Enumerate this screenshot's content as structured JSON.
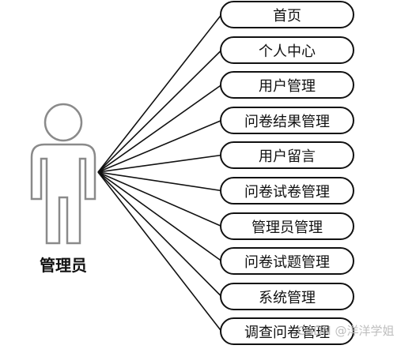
{
  "actor": {
    "label": "管理员",
    "icon": "person-icon"
  },
  "use_cases": [
    {
      "id": "home",
      "label": "首页"
    },
    {
      "id": "personal-center",
      "label": "个人中心"
    },
    {
      "id": "user-management",
      "label": "用户管理"
    },
    {
      "id": "questionnaire-result-management",
      "label": "问卷结果管理"
    },
    {
      "id": "user-message",
      "label": "用户留言"
    },
    {
      "id": "questionnaire-paper-management",
      "label": "问卷试卷管理"
    },
    {
      "id": "admin-management",
      "label": "管理员管理"
    },
    {
      "id": "questionnaire-question-management",
      "label": "问卷试题管理"
    },
    {
      "id": "system-management",
      "label": "系统管理"
    },
    {
      "id": "survey-questionnaire-management",
      "label": "调查问卷管理"
    }
  ],
  "watermark": "CSDN @洋洋学姐"
}
